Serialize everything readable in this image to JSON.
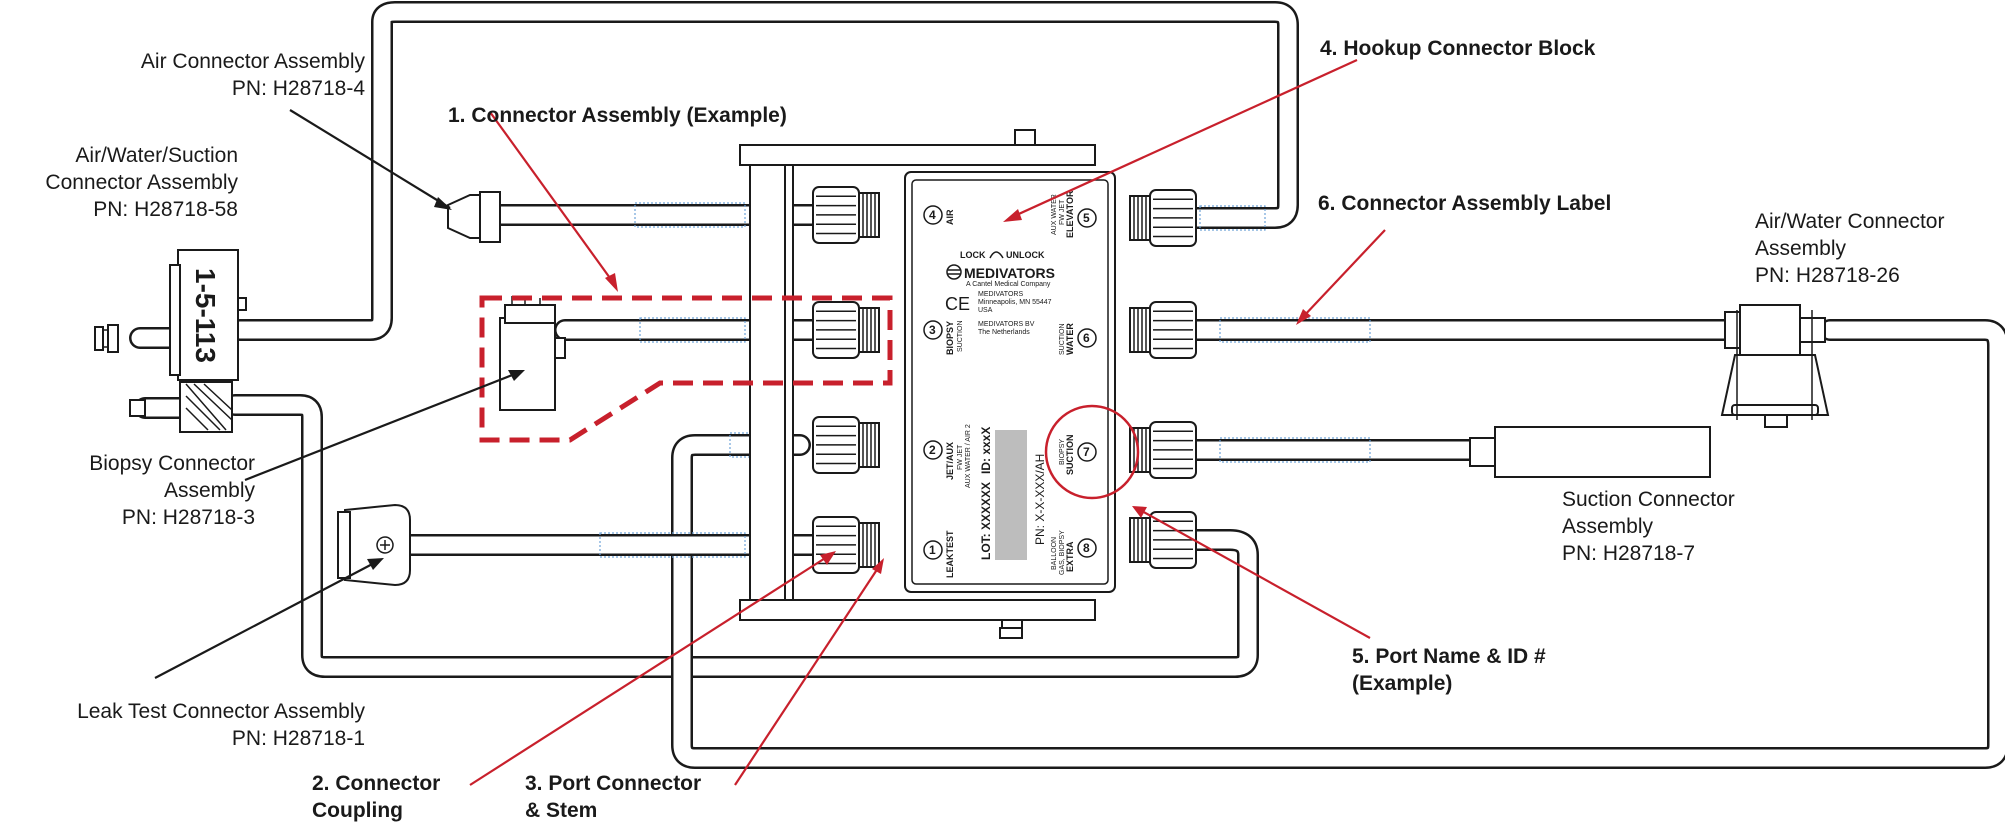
{
  "labels": {
    "air_connector": {
      "line1": "Air Connector Assembly",
      "line2": "PN: H28718-4"
    },
    "air_water_suction": {
      "line1": "Air/Water/Suction",
      "line2": "Connector Assembly",
      "line3": "PN: H28718-58"
    },
    "biopsy": {
      "line1": "Biopsy Connector",
      "line2": "Assembly",
      "line3": "PN: H28718-3"
    },
    "leak_test": {
      "line1": "Leak Test Connector Assembly",
      "line2": "PN: H28718-1"
    },
    "connector_coupling": {
      "line1": "2. Connector",
      "line2": "Coupling"
    },
    "port_connector_stem": {
      "line1": "3. Port Connector",
      "line2": "& Stem"
    },
    "connector_assembly_example": "1. Connector Assembly (Example)",
    "hookup_block": "4. Hookup Connector Block",
    "port_name_id": {
      "line1": "5. Port Name & ID #",
      "line2": "(Example)"
    },
    "connector_label": "6. Connector Assembly Label",
    "air_water_connector": {
      "line1": "Air/Water Connector",
      "line2": "Assembly",
      "line3": "PN: H28718-26"
    },
    "suction_connector": {
      "line1": "Suction Connector",
      "line2": "Assembly",
      "line3": "PN: H28718-7"
    }
  },
  "tag_text": "1-5-113",
  "block": {
    "lock": "LOCK",
    "unlock": "UNLOCK",
    "brand": "MEDIVATORS",
    "brand_sub": "A Cantel Medical Company",
    "ce": "CE",
    "address1": "MEDIVATORS",
    "address2": "Minneapolis, MN 55447",
    "address3": "USA",
    "address4": "MEDIVATORS BV",
    "address5": "The Netherlands",
    "pn": "PN: X-X-XXX/AH",
    "lot": "LOT: XXXXXX",
    "id": "ID: xxxX",
    "ports": [
      {
        "num": "4",
        "name": "AIR",
        "sub": ""
      },
      {
        "num": "3",
        "name": "BIOPSY",
        "sub": "SUCTION"
      },
      {
        "num": "2",
        "name": "JET/AUX",
        "sub": "FW JET",
        "sub2": "AUX WATER / AIR 2"
      },
      {
        "num": "1",
        "name": "LEAKTEST",
        "sub": ""
      },
      {
        "num": "5",
        "name": "ELEVATOR",
        "sub": "FW JET",
        "sub2": "AUX WATER"
      },
      {
        "num": "6",
        "name": "WATER",
        "sub": "SUCTION"
      },
      {
        "num": "7",
        "name": "SUCTION",
        "sub": "BIOPSY"
      },
      {
        "num": "8",
        "name": "EXTRA",
        "sub": "GAS, BIOPSY",
        "sub2": "BALLOON"
      }
    ]
  },
  "colors": {
    "accent": "#c8202c",
    "line": "#1a1a1a",
    "label_bg": "#bdbdbd",
    "dotted": "#6fa3d8"
  }
}
